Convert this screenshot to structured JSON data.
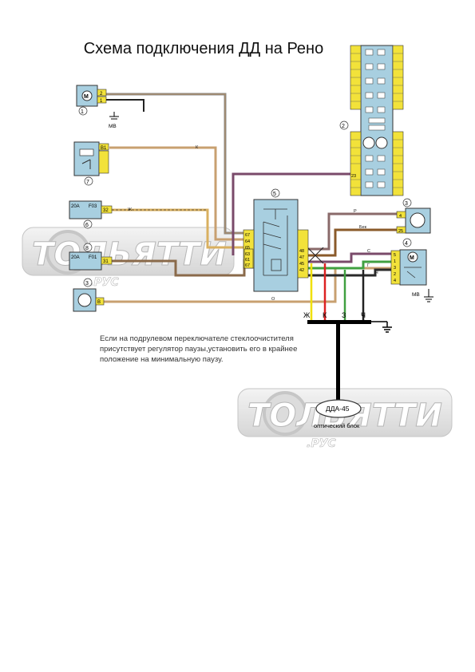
{
  "title": "Схема подключения ДД на  Рено",
  "note": "Если на подрулевом переключателе стеклоочистителя присутствует регулятор паузы,установить его в крайнее положение на минимальную паузу.",
  "components": {
    "c1": {
      "num": "1",
      "pins": [
        "2",
        "1"
      ],
      "ground": "МВ",
      "motor": "М"
    },
    "c7": {
      "num": "7",
      "pin": "B1"
    },
    "c6": {
      "num": "6",
      "fuse": "20A",
      "fuse_id": "F03",
      "pin": "32"
    },
    "c8": {
      "num": "8",
      "fuse": "20A",
      "fuse_id": "F01",
      "pin": "31"
    },
    "c3a": {
      "num": "3",
      "pin": "B"
    },
    "c5": {
      "num": "5",
      "left_pins": [
        "67",
        "64",
        "65",
        "63",
        "61",
        "67"
      ],
      "right_pins": [
        "48",
        "47",
        "45",
        "42"
      ]
    },
    "c2": {
      "num": "2",
      "pin": "23"
    },
    "c3b": {
      "num": "3",
      "pins": [
        "4",
        "25"
      ]
    },
    "c4": {
      "num": "4",
      "motor": "М",
      "pins": [
        "5",
        "1",
        "3",
        "2",
        "4"
      ],
      "ground": "МВ"
    }
  },
  "wire_labels": {
    "p": "Р",
    "bes": "Бек",
    "s": "С",
    "g": "Г",
    "ch": "Ч",
    "k": "К",
    "o": "О",
    "zh": "Ж"
  },
  "bus_labels": [
    "Ж",
    "К",
    "З",
    "Ч"
  ],
  "dda_label": "ДДА-45",
  "optical_label": "оптический блок",
  "watermark": {
    "main": "ТОЛЬЯТТИ",
    "sub": ".РУС"
  },
  "colors": {
    "box": "#a8cfe0",
    "connector": "#f2e23a",
    "brown": "#8a6a4a",
    "tan": "#c8a070",
    "violet": "#7a4a6a",
    "bus": "#000000",
    "red": "#dd2222",
    "yellow": "#f0e000",
    "green": "#40a040"
  }
}
